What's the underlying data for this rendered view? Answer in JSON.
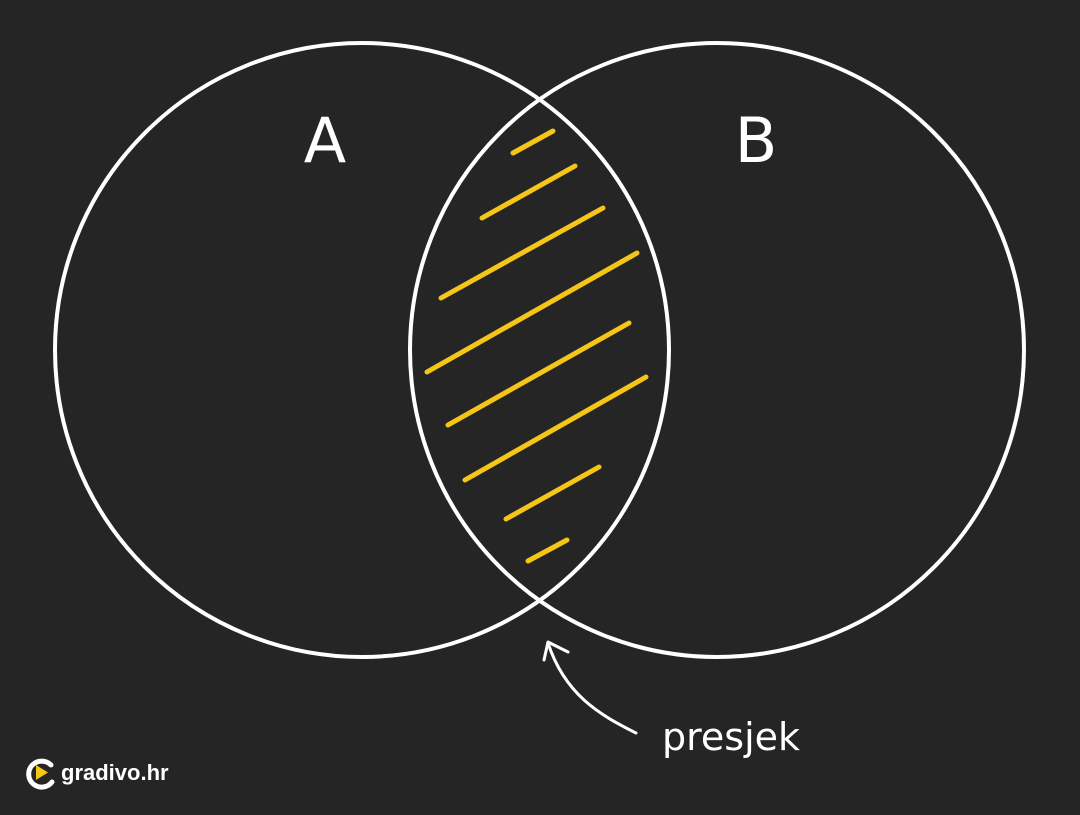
{
  "diagram": {
    "type": "venn",
    "sets": [
      {
        "label": "A"
      },
      {
        "label": "B"
      }
    ],
    "highlighted_region": "intersection",
    "annotation": "presjek"
  },
  "brand": {
    "name": "gradivo.hr"
  },
  "colors": {
    "background": "#252525",
    "outline": "#ffffff",
    "hatch": "#f5c518",
    "text": "#ffffff"
  }
}
